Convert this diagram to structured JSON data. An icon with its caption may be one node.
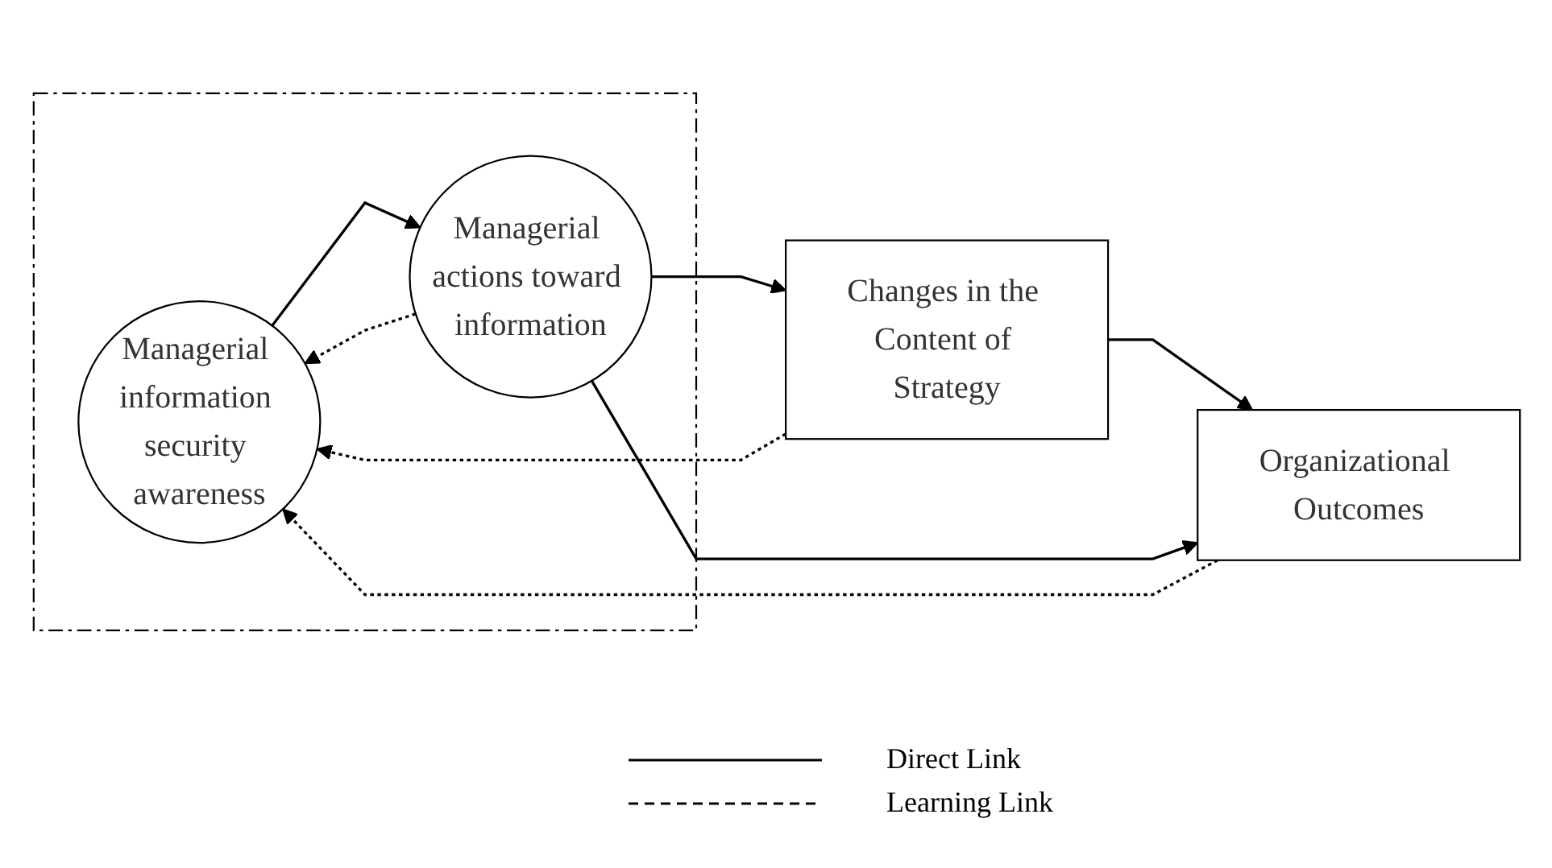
{
  "diagram": {
    "nodes": [
      {
        "text": [],
        "shape": "box"
      },
      {
        "text": [
          "Managerial information security awareness"
        ],
        "in": 0
      },
      {
        "text": [
          "Managerial actions toward information"
        ],
        "in": 0
      },
      {
        "text": [
          "Changes in the Content of Strategy"
        ]
      },
      {
        "text": [
          "Organizational Outcomes"
        ]
      }
    ],
    "edges": [
      {
        "from": 1,
        "to": 2,
        "arrow": "to"
      },
      {
        "from": 2,
        "to": 1,
        "arrow": "to",
        "style": "dashed"
      },
      {
        "from": 3,
        "to": 1,
        "arrow": "to",
        "style": "dashed"
      },
      {
        "from": 4,
        "to": 1,
        "arrow": "to",
        "style": "dashed"
      },
      {
        "from": 2,
        "to": 3,
        "arrow": "to"
      },
      {
        "from": 3,
        "to": 4,
        "arrow": "to"
      },
      {
        "from": 2,
        "to": 4,
        "arrow": "to"
      }
    ],
    "legend": [
      {
        "text": "Direct Link"
      },
      {
        "text": "Learning Link"
      }
    ]
  }
}
